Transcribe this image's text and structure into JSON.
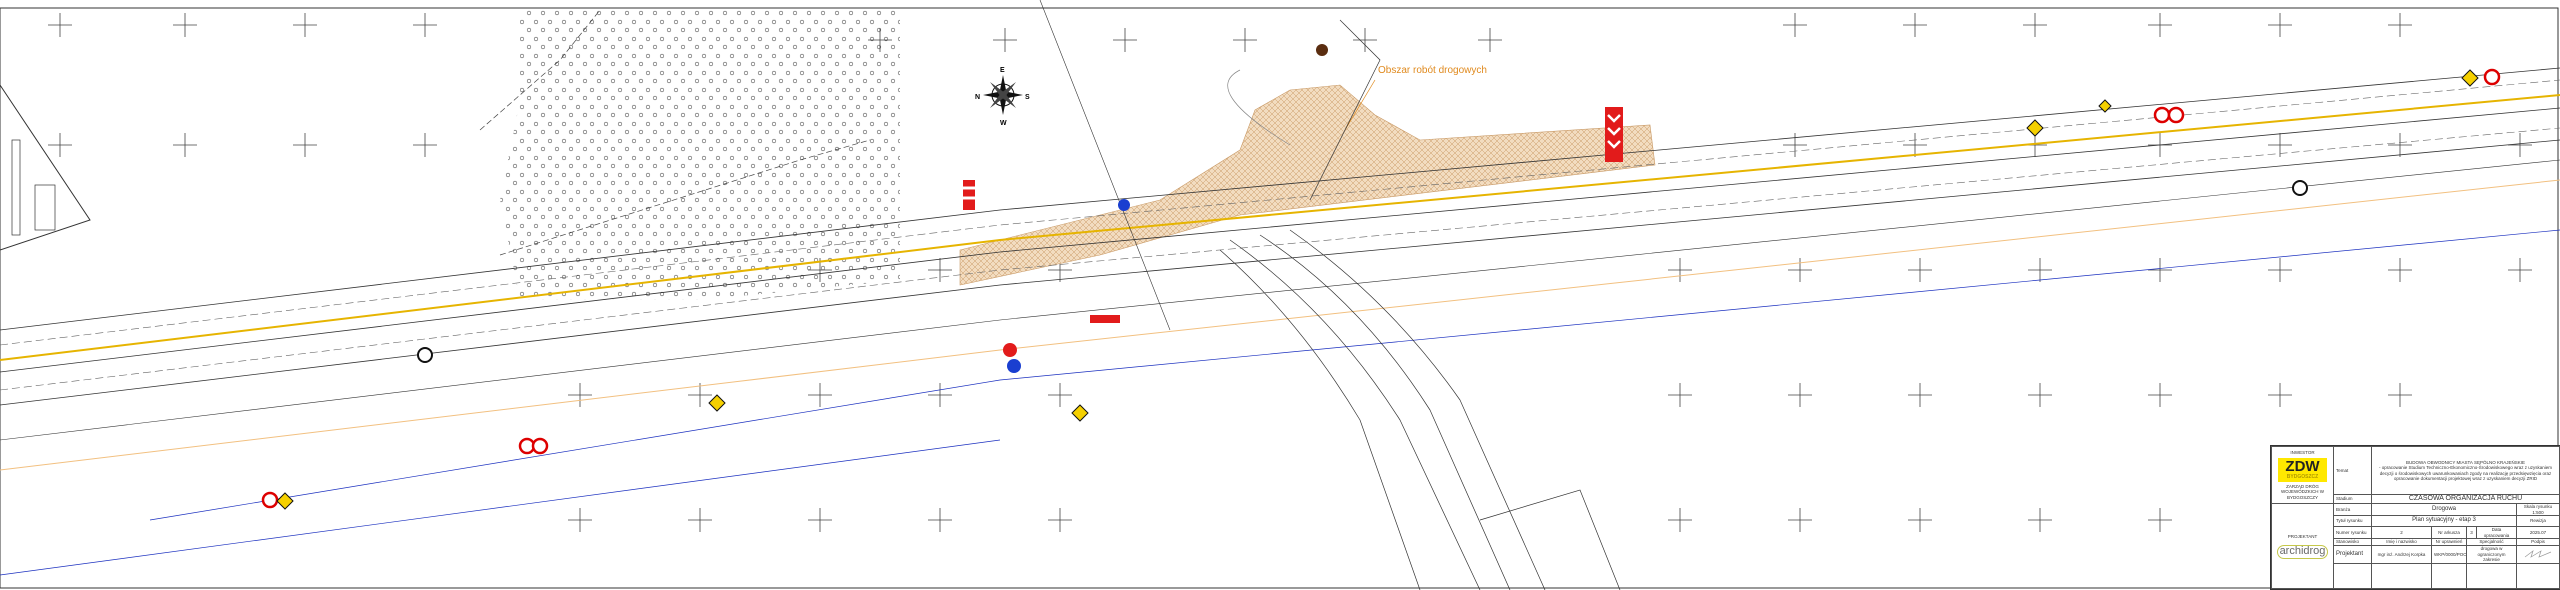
{
  "annotation": {
    "work_area_label": "Obszar robót drogowych"
  },
  "compass": {
    "north": "N",
    "east": "E",
    "south": "S",
    "west": "W"
  },
  "title_block": {
    "investor_label": "INWESTOR",
    "investor_logo": "ZDW",
    "investor_logo_city": "BYDGOSZCZ",
    "investor_name": "ZARZĄD DRÓG WOJEWÓDZKICH W BYDGOSZCZY",
    "project_label": "PROJEKTANT",
    "designer_logo": "archidrog",
    "topic_label": "Temat",
    "topic_title": "BUDOWA OBWODNICY MIASTA SĘPÓLNO KRAJEŃSKIE",
    "topic_desc": "- opracowanie Studium Techniczno-Ekonomiczno-Środowiskowego wraz z uzyskaniem decyzji o środowiskowych uwarunkowaniach zgody na realizację przedsięwzięcia oraz opracowanie dokumentacji projektowej wraz z uzyskaniem decyzji ZRID",
    "stage_label": "Stadium",
    "stage_value": "CZASOWA ORGANIZACJA RUCHU",
    "branch_label": "Branża",
    "branch_value": "Drogowa",
    "scale_label": "Skala rysunku",
    "scale_value": "1:500",
    "drawing_title_label": "Tytuł rysunku",
    "drawing_title_value": "Plan sytuacyjny - etap 3",
    "revision_label": "Rewizja",
    "drawing_no_label": "Numer rysunku",
    "drawing_no_value": "2",
    "sheet_label": "Nr arkusza",
    "sheet_value": "3",
    "date_label": "Data opracowania",
    "date_value": "2025.07",
    "position_label": "Stanowisko",
    "name_label": "Imię i nazwisko",
    "license_label": "Nr uprawnień",
    "specialty_label": "Specjalność",
    "signature_label": "Podpis",
    "designer_role": "Projektant",
    "designer_name": "mgr inż. Andrzej Korpka",
    "designer_license": "WKP/0000/POOD/00",
    "designer_specialty": "drogowa w ograniczonym zakresie"
  }
}
